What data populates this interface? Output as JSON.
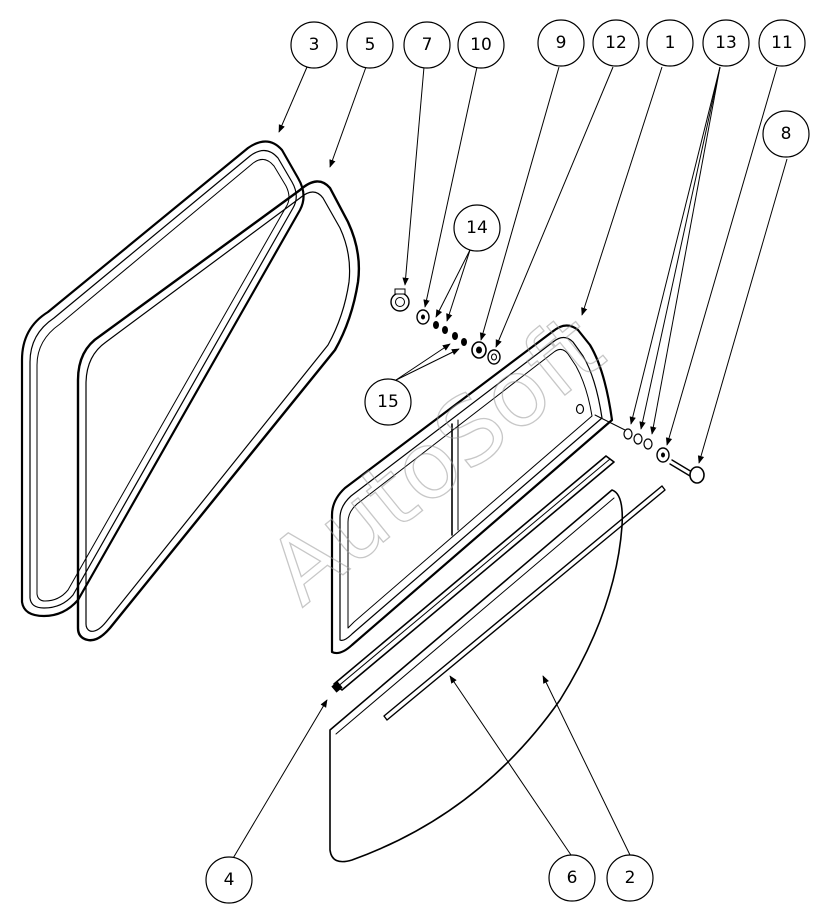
{
  "watermark": "AutoSoft",
  "callouts": [
    {
      "id": "3",
      "label": "3"
    },
    {
      "id": "5",
      "label": "5"
    },
    {
      "id": "7",
      "label": "7"
    },
    {
      "id": "10",
      "label": "10"
    },
    {
      "id": "9",
      "label": "9"
    },
    {
      "id": "12",
      "label": "12"
    },
    {
      "id": "1",
      "label": "1"
    },
    {
      "id": "13",
      "label": "13"
    },
    {
      "id": "11",
      "label": "11"
    },
    {
      "id": "8",
      "label": "8"
    },
    {
      "id": "14",
      "label": "14"
    },
    {
      "id": "15",
      "label": "15"
    },
    {
      "id": "4",
      "label": "4"
    },
    {
      "id": "6",
      "label": "6"
    },
    {
      "id": "2",
      "label": "2"
    }
  ],
  "colors": {
    "line": "#000000",
    "watermark": "#9a9a9a",
    "background": "#ffffff"
  }
}
